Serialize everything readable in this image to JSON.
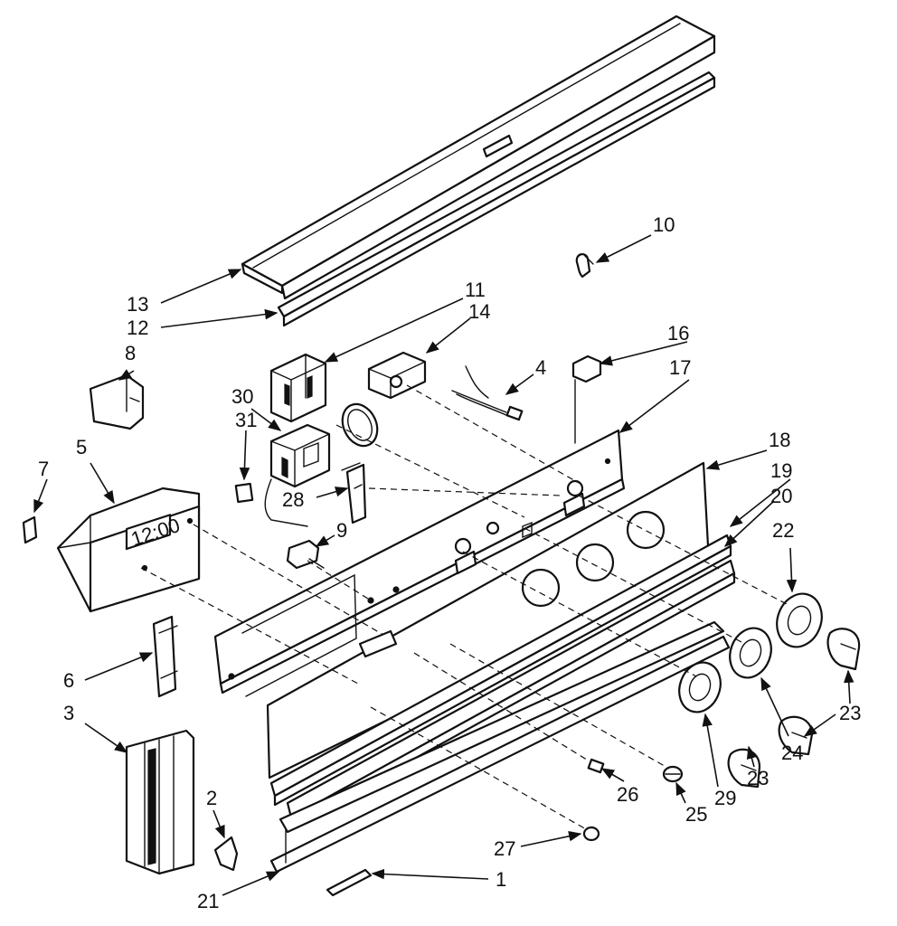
{
  "callouts": {
    "n1": "1",
    "n2": "2",
    "n3": "3",
    "n4": "4",
    "n5": "5",
    "n6": "6",
    "n7": "7",
    "n8": "8",
    "n9": "9",
    "n10": "10",
    "n11": "11",
    "n12": "12",
    "n13": "13",
    "n14": "14",
    "n16": "16",
    "n17": "17",
    "n18": "18",
    "n19": "19",
    "n20": "20",
    "n21": "21",
    "n22": "22",
    "n23a": "23",
    "n23b": "23",
    "n24": "24",
    "n25": "25",
    "n26": "26",
    "n27": "27",
    "n28": "28",
    "n29": "29",
    "n30": "30",
    "n31": "31"
  },
  "clock": {
    "display": "12:00"
  }
}
